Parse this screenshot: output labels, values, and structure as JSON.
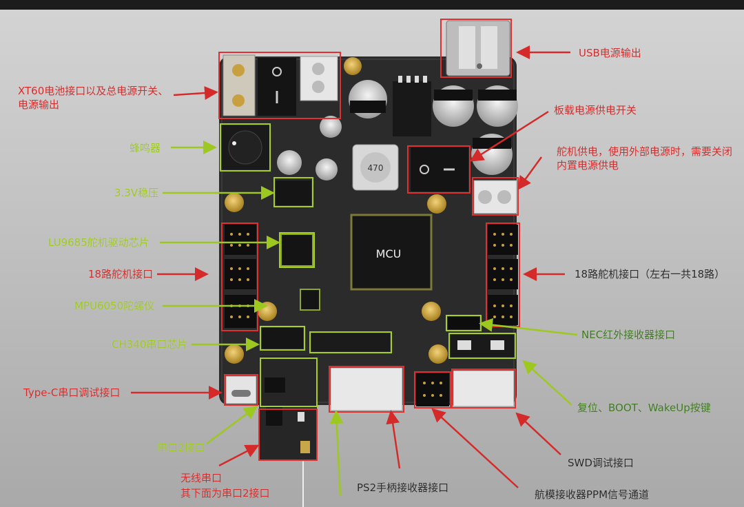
{
  "board": {
    "mcu_label": "MCU",
    "inductor_label": "470"
  },
  "labels": {
    "xt60": "XT60电池接口以及总电源开关、电源输出",
    "buzzer": "蜂鸣器",
    "regulator": "3.3V稳压",
    "servo_chip": "LU9685舵机驱动芯片",
    "servo_left": "18路舵机接口",
    "mpu": "MPU6050陀螺仪",
    "ch340": "CH340串口芯片",
    "typec": "Type-C串口调试接口",
    "uart2": "串口2接口",
    "wireless_line1": "无线串口",
    "wireless_line2": "其下面为串口2接口",
    "ps2": "PS2手柄接收器接口",
    "ppm": "航模接收器PPM信号通道",
    "swd": "SWD调试接口",
    "buttons": "复位、BOOT、WakeUp按键",
    "nec": "NEC红外接收器接口",
    "servo_right": "18路舵机接口（左右一共18路）",
    "servo_power": "舵机供电，使用外部电源时，需要关闭内置电源供电",
    "onboard_switch": "板载电源供电开关",
    "usb": "USB电源输出"
  },
  "colors": {
    "red": "#d42a2a",
    "green": "#9cc820",
    "pcb": "#2b2b2b",
    "box_red": "#e03030",
    "box_green": "#a8d020"
  }
}
